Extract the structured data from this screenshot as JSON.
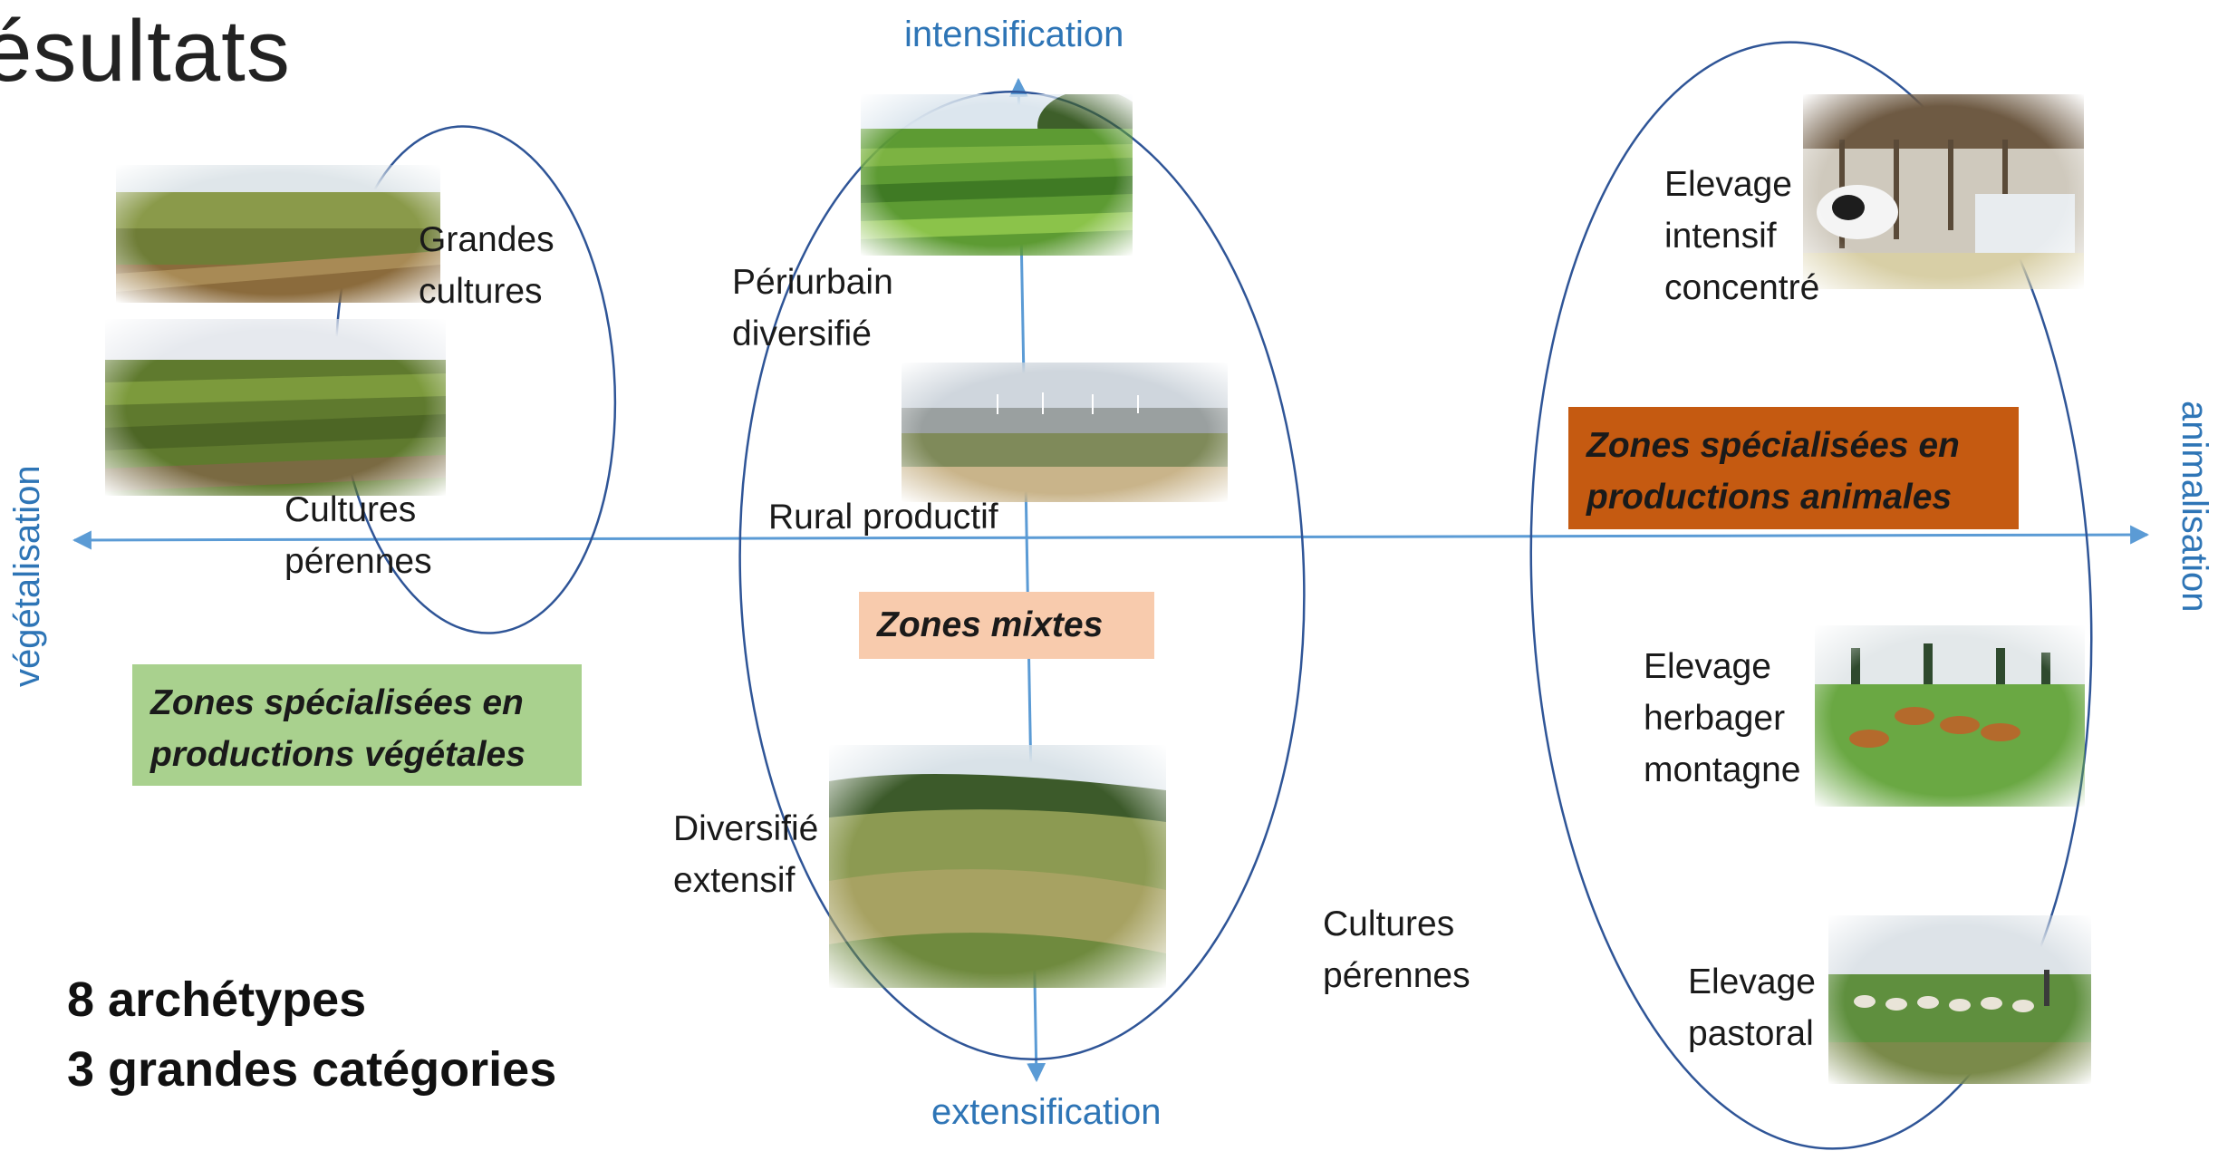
{
  "slide": {
    "title": "ésultats"
  },
  "axes": {
    "top": "intensification",
    "bottom": "extensification",
    "left": "végétalisation",
    "right": "animalisation",
    "color": "#2e75b6"
  },
  "archetypes": [
    {
      "lines": [
        "Grandes",
        "cultures"
      ],
      "photo": "cereal-field-photo"
    },
    {
      "lines": [
        "Cultures",
        "pérennes"
      ],
      "photo": "vineyard-photo"
    },
    {
      "lines": [
        "Périurbain",
        "diversifié"
      ],
      "photo": "vegetable-field-photo"
    },
    {
      "lines": [
        "Rural productif"
      ],
      "photo": "rural-town-photo"
    },
    {
      "lines": [
        "Diversifié",
        "extensif"
      ],
      "photo": "rolling-hills-photo"
    },
    {
      "lines": [
        "Cultures",
        "pérennes"
      ],
      "photo": ""
    },
    {
      "lines": [
        "Elevage",
        "intensif",
        "concentré"
      ],
      "photo": "dairy-barn-photo"
    },
    {
      "lines": [
        "Elevage",
        "herbager",
        "montagne"
      ],
      "photo": "mountain-cattle-photo"
    },
    {
      "lines": [
        "Elevage",
        "pastoral"
      ],
      "photo": "sheep-flock-photo"
    }
  ],
  "categories": [
    {
      "lines": [
        "Zones spécialisées en",
        "productions végétales"
      ],
      "color": "#a9d18e"
    },
    {
      "lines": [
        "Zones mixtes"
      ],
      "color": "#f8cbad"
    },
    {
      "lines": [
        "Zones spécialisées en",
        "productions animales"
      ],
      "color": "#c55a11"
    }
  ],
  "summary": [
    "8 archétypes",
    "3 grandes catégories"
  ]
}
